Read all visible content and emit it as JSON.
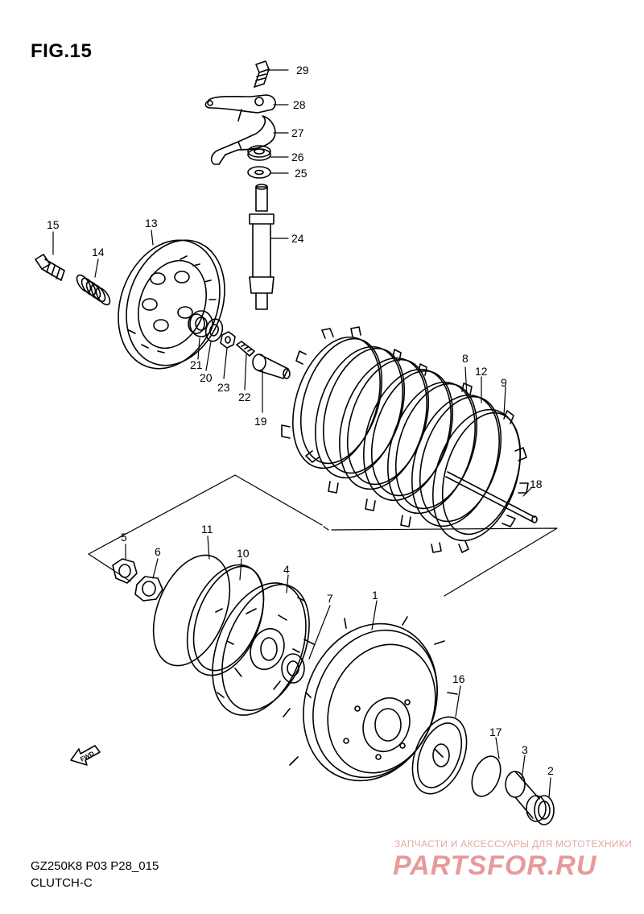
{
  "figure": {
    "title": "FIG.15",
    "model_code": "GZ250K8 P03 P28_015",
    "section_name": "CLUTCH-C"
  },
  "watermark": {
    "tagline": "ЗАПЧАСТИ И АКСЕССУАРЫ ДЛЯ МОТОТЕХНИКИ",
    "brand": "PARTSFOR.RU"
  },
  "direction_arrow": {
    "label": "FWD"
  },
  "callouts": {
    "c1": "1",
    "c2": "2",
    "c3": "3",
    "c4": "4",
    "c5": "5",
    "c6": "6",
    "c7": "7",
    "c8": "8",
    "c9": "9",
    "c10": "10",
    "c11": "11",
    "c12": "12",
    "c13": "13",
    "c14": "14",
    "c15": "15",
    "c16": "16",
    "c17": "17",
    "c18": "18",
    "c19": "19",
    "c20": "20",
    "c21": "21",
    "c22": "22",
    "c23": "23",
    "c24": "24",
    "c25": "25",
    "c26": "26",
    "c27": "27",
    "c28": "28",
    "c29": "29"
  },
  "colors": {
    "ink": "#000000",
    "watermark": "#e89a9a",
    "background": "#ffffff"
  }
}
